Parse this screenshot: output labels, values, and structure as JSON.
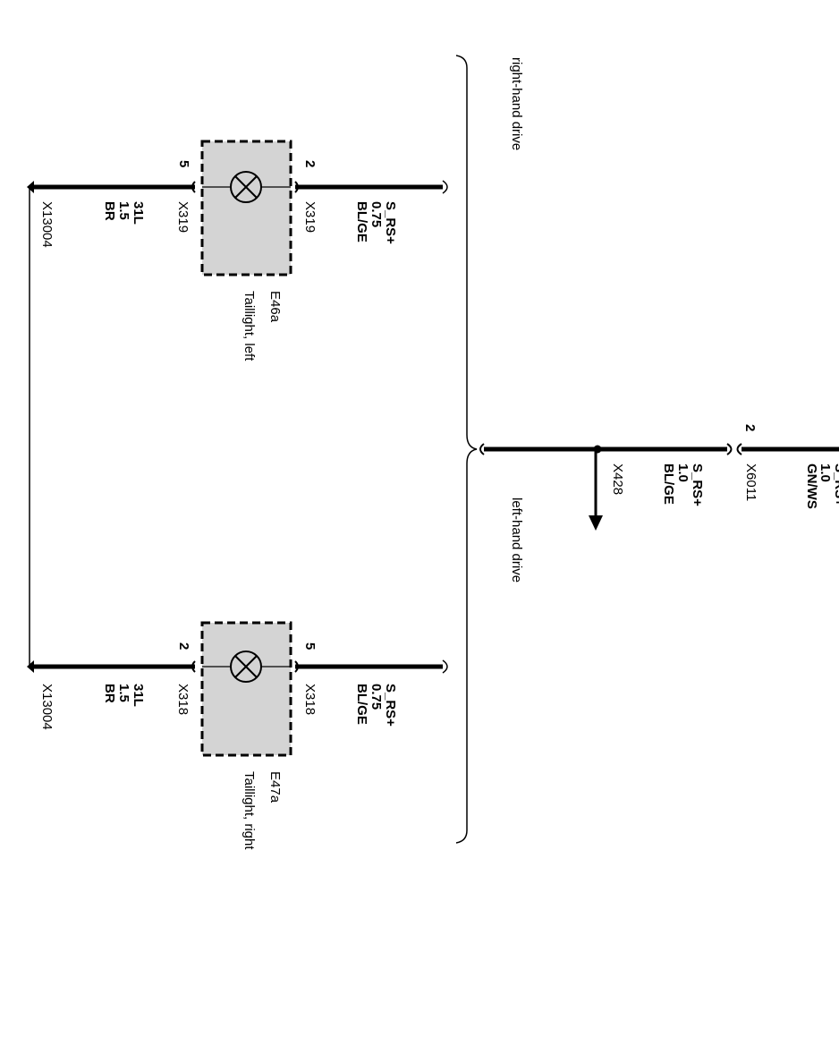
{
  "diagram": {
    "variants": {
      "rhd": "right-hand drive",
      "lhd": "left-hand drive"
    },
    "main_feed": {
      "signal": "S_RS+",
      "cross_section": "1.0",
      "color": "GN/WS",
      "connector": "X6011",
      "pin": "2"
    },
    "splice_branch": {
      "signal": "S_RS+",
      "cross_section": "1.0",
      "color": "BL/GE",
      "connector": "X428"
    },
    "lamp_left": {
      "id": "E46a",
      "name": "Taillight, left",
      "in_signal": "S_RS+",
      "in_cross_section": "0.75",
      "in_color": "BL/GE",
      "in_connector": "X319",
      "in_pin": "2",
      "out_connector": "X319",
      "out_pin": "5",
      "gnd_signal": "31L",
      "gnd_cross_section": "1.5",
      "gnd_color": "BR",
      "gnd_connector": "X13004"
    },
    "lamp_right": {
      "id": "E47a",
      "name": "Taillight, right",
      "in_signal": "S_RS+",
      "in_cross_section": "0.75",
      "in_color": "BL/GE",
      "in_connector": "X318",
      "in_pin": "5",
      "out_connector": "X318",
      "out_pin": "2",
      "gnd_signal": "31L",
      "gnd_cross_section": "1.5",
      "gnd_color": "BR",
      "gnd_connector": "X13004"
    },
    "colors": {
      "wire": "#000000",
      "component_fill": "#d4d4d4"
    },
    "icons": {
      "lamp": "lamp-cross-icon",
      "ground": "ground-terminal-icon",
      "arrow": "arrow-down-icon"
    }
  }
}
